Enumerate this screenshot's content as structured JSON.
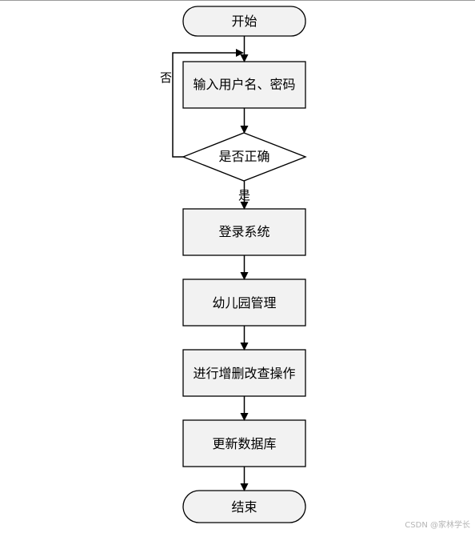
{
  "nodes": {
    "start": "开始",
    "input": "输入用户名、密码",
    "check": "是否正确",
    "login": "登录系统",
    "manage": "幼儿园管理",
    "crud": "进行增删改查操作",
    "update": "更新数据库",
    "end": "结束"
  },
  "edges": {
    "no": "否",
    "yes": "是"
  },
  "watermark": "CSDN @家林学长"
}
